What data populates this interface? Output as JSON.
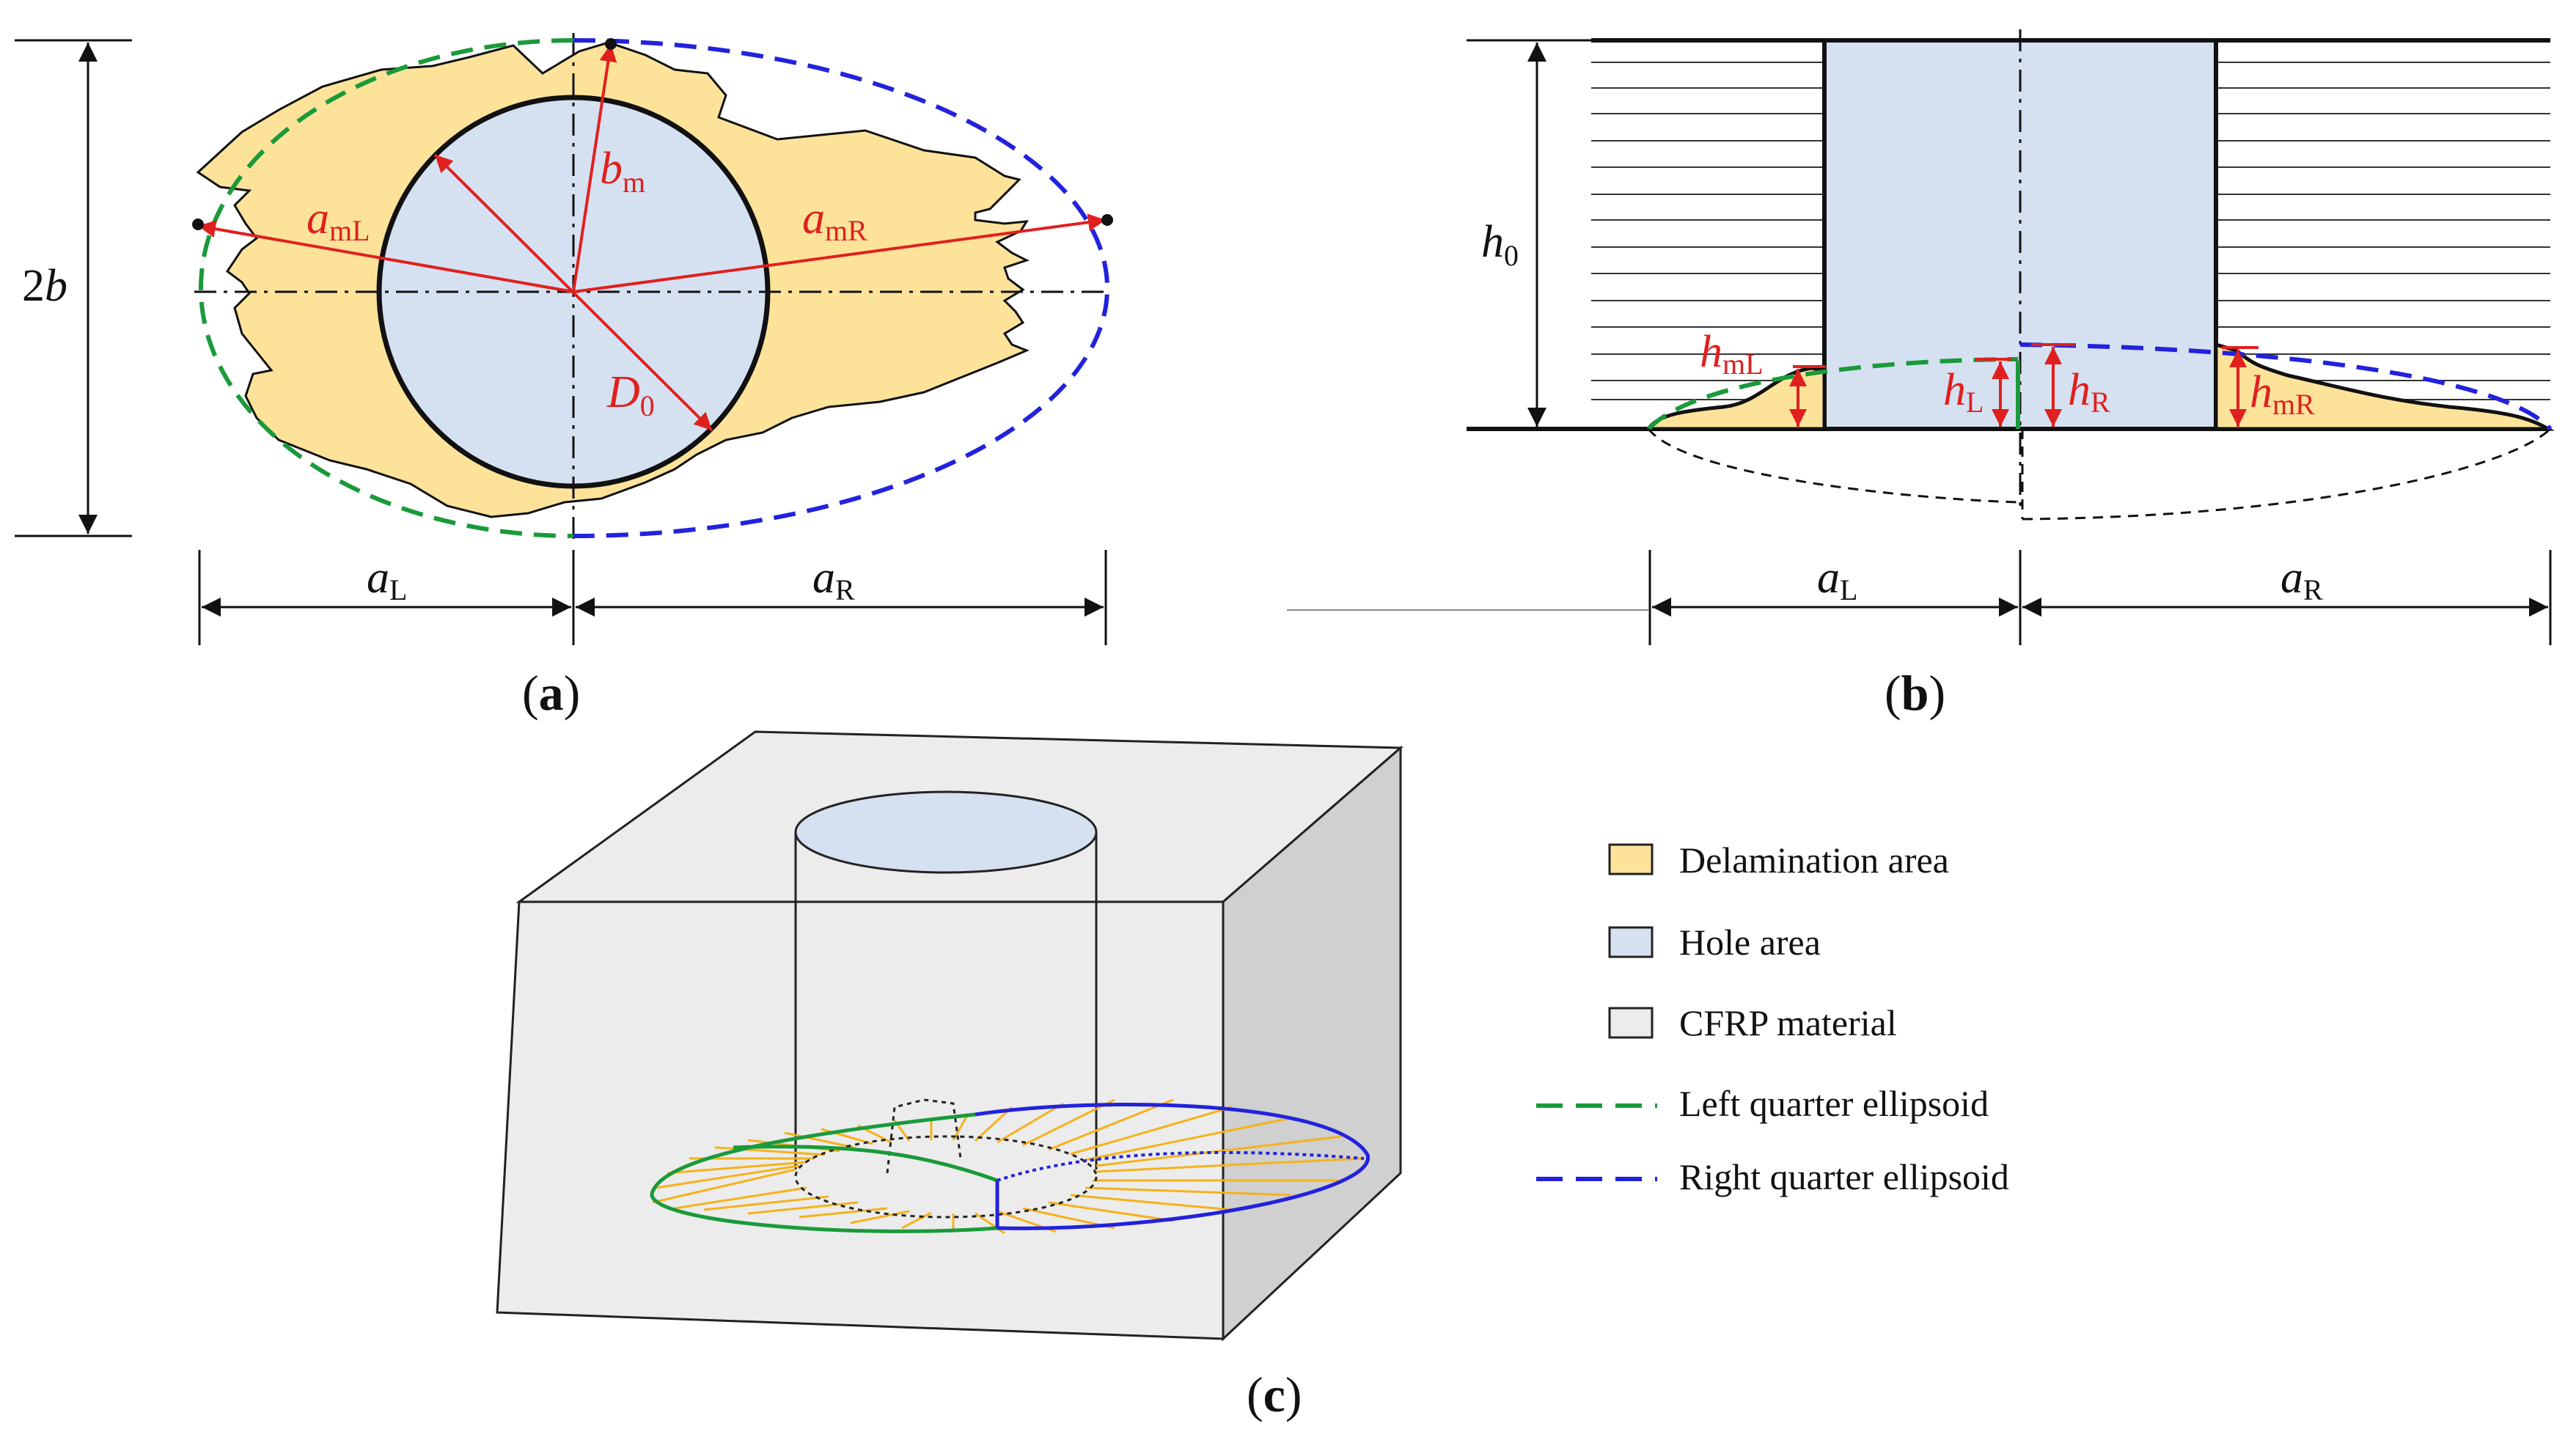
{
  "panels": {
    "a": {
      "label": "a"
    },
    "b": {
      "label": "b"
    },
    "c": {
      "label": "c"
    }
  },
  "annotations_a": {
    "two_b": {
      "base": "2",
      "var": "b"
    },
    "b_m": {
      "base": "b",
      "sub": "m"
    },
    "a_mL": {
      "base": "a",
      "sub": "mL"
    },
    "a_mR": {
      "base": "a",
      "sub": "mR"
    },
    "D_0": {
      "base": "D",
      "sub": "0"
    },
    "a_L": {
      "base": "a",
      "sub": "L"
    },
    "a_R": {
      "base": "a",
      "sub": "R"
    }
  },
  "annotations_b": {
    "h_0": {
      "base": "h",
      "sub": "0"
    },
    "h_mL": {
      "base": "h",
      "sub": "mL"
    },
    "h_L": {
      "base": "h",
      "sub": "L"
    },
    "h_R": {
      "base": "h",
      "sub": "R"
    },
    "h_mR": {
      "base": "h",
      "sub": "mR"
    },
    "a_L": {
      "base": "a",
      "sub": "L"
    },
    "a_R": {
      "base": "a",
      "sub": "R"
    }
  },
  "legend": [
    {
      "label": "Delamination area",
      "kind": "swatch",
      "color": "#fde39a"
    },
    {
      "label": "Hole area",
      "kind": "swatch",
      "color": "#d5e1f1"
    },
    {
      "label": "CFRP material",
      "kind": "swatch",
      "color": "#ececec"
    },
    {
      "label": "Left quarter ellipsoid",
      "kind": "dash",
      "color": "#1a9a3a"
    },
    {
      "label": "Right quarter ellipsoid",
      "kind": "dash",
      "color": "#2222dd"
    }
  ],
  "colors": {
    "delamination": "#fde39a",
    "hole": "#d5e1f1",
    "cfrp": "#ececec",
    "left_ellipse": "#1a9a3a",
    "right_ellipse": "#2222dd",
    "annotation": "#e0201e",
    "fan_lines": "#f5b21b"
  }
}
